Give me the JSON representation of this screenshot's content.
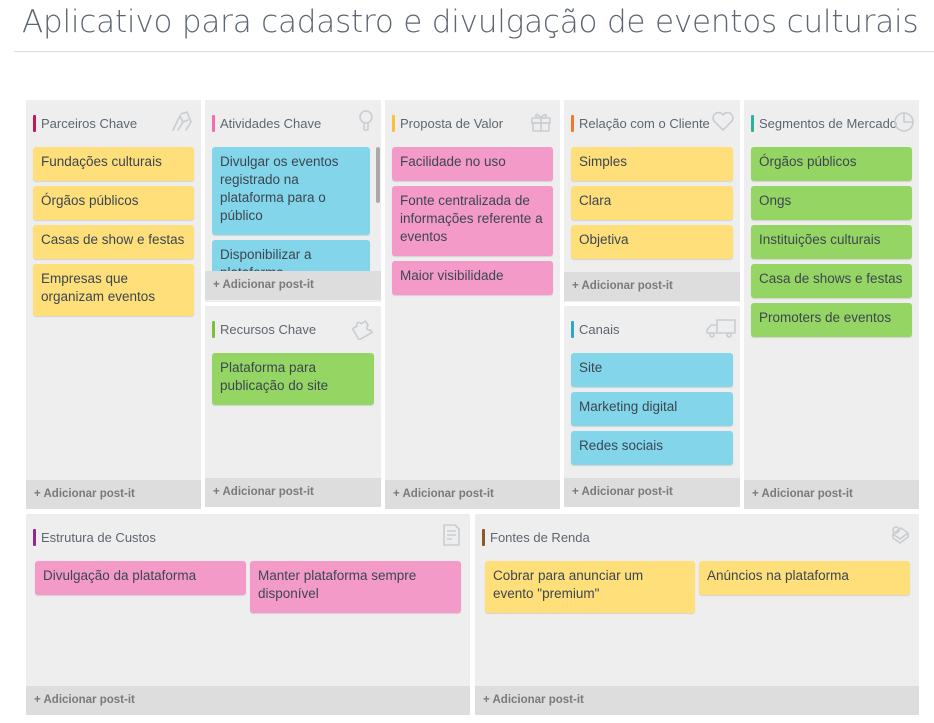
{
  "page_title": "Aplicativo para cadastro e divulgação de eventos culturais",
  "add_label": "+ Adicionar post-it",
  "colors": {
    "yellow": "#fedf7a",
    "pink": "#f39ac9",
    "blue": "#83d5ea",
    "green": "#95d564",
    "section_bg": "#eeeeee",
    "add_bar_bg": "#dddddd"
  },
  "sections": {
    "parceiros": {
      "title": "Parceiros Chave",
      "accent": "#c2185b",
      "icon": "handshake-icon",
      "notes": [
        "Fundações culturais",
        "Órgãos públicos",
        "Casas de show e festas",
        "Empresas que organizam eventos"
      ]
    },
    "atividades": {
      "title": "Atividades Chave",
      "accent": "#f06fb0",
      "icon": "lightbulb-icon",
      "notes": [
        "Divulgar os eventos registrado na plataforma para o público",
        "Disponibilizar a plataforma"
      ]
    },
    "recursos": {
      "title": "Recursos Chave",
      "accent": "#7cbf3b",
      "icon": "puzzle-icon",
      "notes": [
        "Plataforma para publicação do site"
      ]
    },
    "proposta": {
      "title": "Proposta de Valor",
      "accent": "#f7c23a",
      "icon": "gift-icon",
      "notes": [
        "Facilidade no uso",
        "Fonte centralizada de informações referente a eventos",
        "Maior visibilidade"
      ]
    },
    "relacao": {
      "title": "Relação com o Cliente",
      "accent": "#f07a2a",
      "icon": "heart-icon",
      "notes": [
        "Simples",
        "Clara",
        "Objetiva"
      ]
    },
    "canais": {
      "title": "Canais",
      "accent": "#2aa7c9",
      "icon": "truck-icon",
      "notes": [
        "Site",
        "Marketing digital",
        "Redes sociais"
      ]
    },
    "segmentos": {
      "title": "Segmentos de Mercado",
      "accent": "#2ab39a",
      "icon": "pie-chart-icon",
      "notes": [
        "Órgãos públicos",
        "Ongs",
        "Instituições culturais",
        "Casa de shows e festas",
        "Promoters de eventos"
      ]
    },
    "custos": {
      "title": "Estrutura de Custos",
      "accent": "#8e2a8e",
      "icon": "document-icon",
      "notes": [
        "Divulgação da plataforma",
        "Manter plataforma sempre disponível"
      ]
    },
    "receitas": {
      "title": "Fontes de Renda",
      "accent": "#8b5a2b",
      "icon": "money-icon",
      "notes": [
        "Cobrar para anunciar um evento \"premium\"",
        "Anúncios na plataforma"
      ]
    }
  }
}
